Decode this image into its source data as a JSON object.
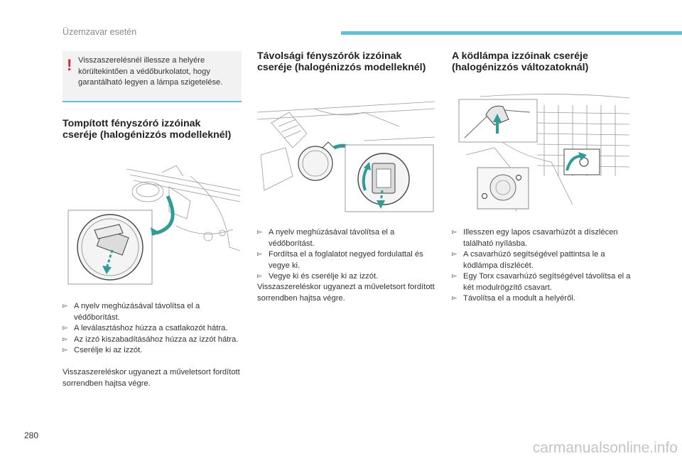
{
  "header": {
    "section": "Üzemzavar esetén"
  },
  "page_number": "280",
  "watermark": "carmanualsonline.info",
  "warning": {
    "mark": "!",
    "text": "Visszaszerelésnél illessze a helyére körültekintően a védőburkolatot, hogy garantálható legyen a lámpa szigetelése."
  },
  "sections": [
    {
      "title": "Tompított fényszóró izzóinak cseréje (halogénizzós modelleknél)",
      "steps": [
        "A nyelv meghúzásával távolítsa el a védőborítást.",
        "A leválasztáshoz húzza a csatlakozót hátra.",
        "Az izzó kiszabadításához húzza az izzót hátra.",
        "Cserélje ki az izzót."
      ],
      "closing": "Visszaszereléskor ugyanezt a műveletsort fordított sorrendben hajtsa végre."
    },
    {
      "title": "Távolsági fényszórók izzóinak cseréje (halogénizzós modelleknél)",
      "steps": [
        "A nyelv meghúzásával távolítsa el a védőborítást.",
        "Fordítsa el a foglalatot negyed fordulattal és vegye ki.",
        "Vegye ki és cserélje ki az izzót."
      ],
      "closing": "Visszaszereléskor ugyanezt a műveletsort fordított sorrendben hajtsa végre."
    },
    {
      "title": "A ködlámpa izzóinak cseréje (halogénizzós változatoknál)",
      "steps": [
        "Illesszen egy lapos csavarhúzót a díszlécen található nyílásba.",
        "A csavarhúzó segítségével pattintsa le a ködlámpa díszlécét.",
        "Egy Torx csavarhúzó segítségével távolítsa el a két modulrögzítő csavart.",
        "Távolítsa el a modult a helyéről."
      ]
    }
  ],
  "colors": {
    "accent": "#5ec3d9",
    "arrow": "#2f9c96",
    "warning": "#d7262e"
  },
  "icons": {
    "bullet": "arrow-right-bullet-icon",
    "warning": "exclamation-icon"
  }
}
